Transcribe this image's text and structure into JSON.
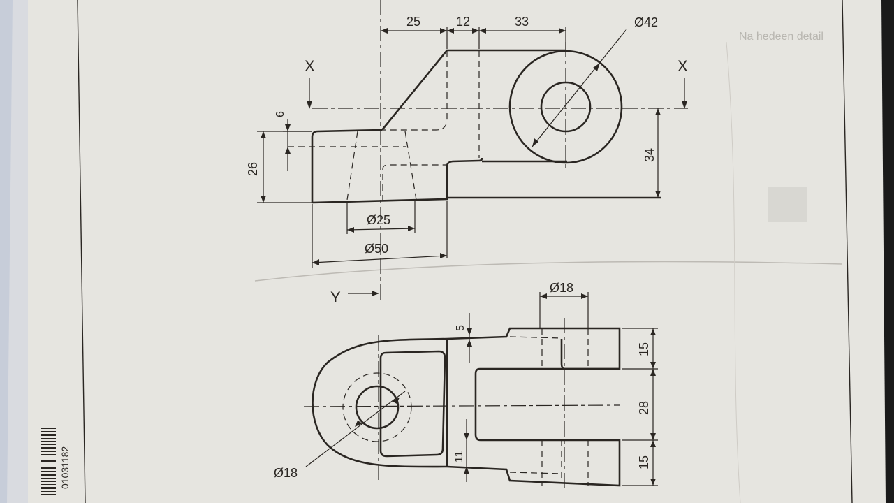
{
  "colors": {
    "paper": "#e6e5e0",
    "ink": "#2a2622",
    "background": "#1a1a1a"
  },
  "labels": {
    "section_x_left": "X",
    "section_x_right": "X",
    "section_y": "Y"
  },
  "dimensions": {
    "top": [
      "25",
      "12",
      "33"
    ],
    "dia_42": "Ø42",
    "dim_6": "6",
    "dim_26": "26",
    "dim_34": "34",
    "dia_25": "Ø25",
    "dia_50": "Ø50",
    "dia_18_top": "Ø18",
    "dim_5": "5",
    "dim_15_top": "15",
    "dim_28": "28",
    "dim_15_bottom": "15",
    "dim_11": "11",
    "dia_18_left": "Ø18"
  },
  "faint_text": "Na hedeen detail",
  "barcode_number": "01031182"
}
